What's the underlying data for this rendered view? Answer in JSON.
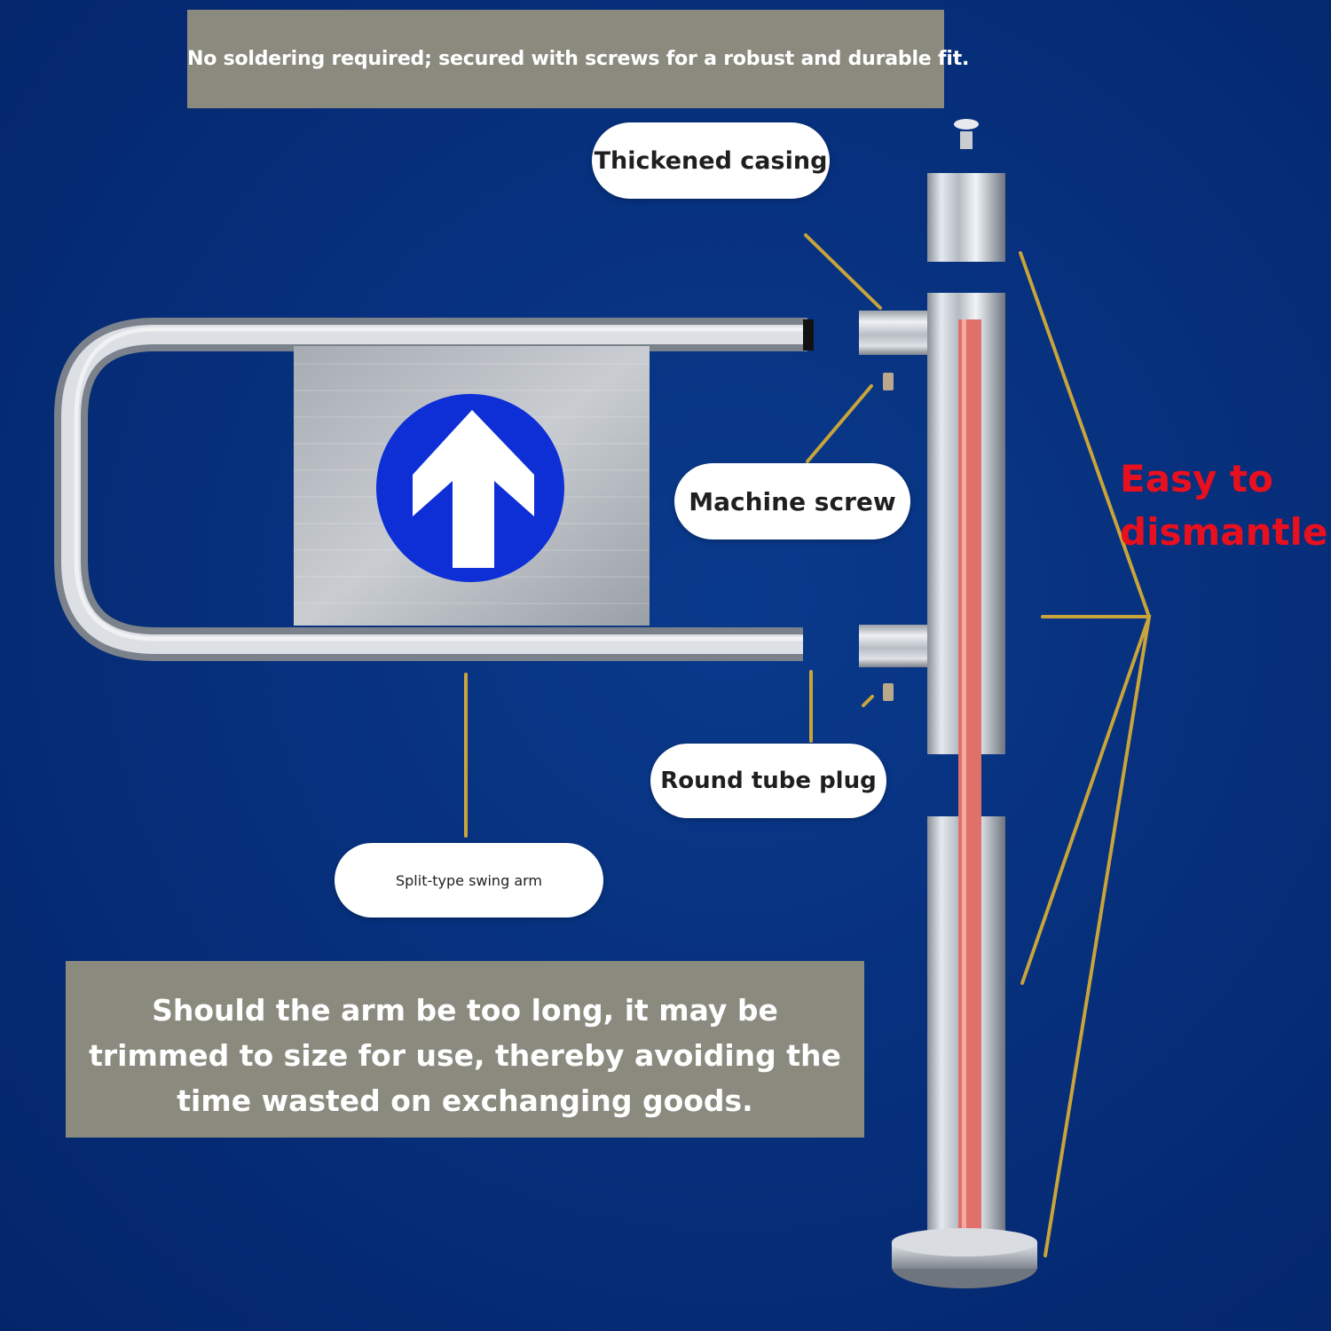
{
  "labels": {
    "top_note": "No soldering required; secured with screws for a robust and durable fit.",
    "thickened_casing": "Thickened casing",
    "machine_screw": "Machine screw",
    "round_tube_plug": "Round tube plug",
    "split_swing_arm": "Split-type swing arm",
    "easy_to": "Easy to",
    "dismantle": "dismantle",
    "bottom_note": "Should the arm be too long, it may be trimmed to size for use, thereby avoiding the time wasted on exchanging goods."
  },
  "colors": {
    "background": "#062e7a",
    "banner": "#8b8a7f",
    "leader_line": "#c9a43a",
    "callout_text": "#e8101e",
    "sign_circle": "#0f2fd6",
    "red_strip": "#e0706a"
  },
  "icons": {
    "sign": "up-arrow-icon"
  }
}
